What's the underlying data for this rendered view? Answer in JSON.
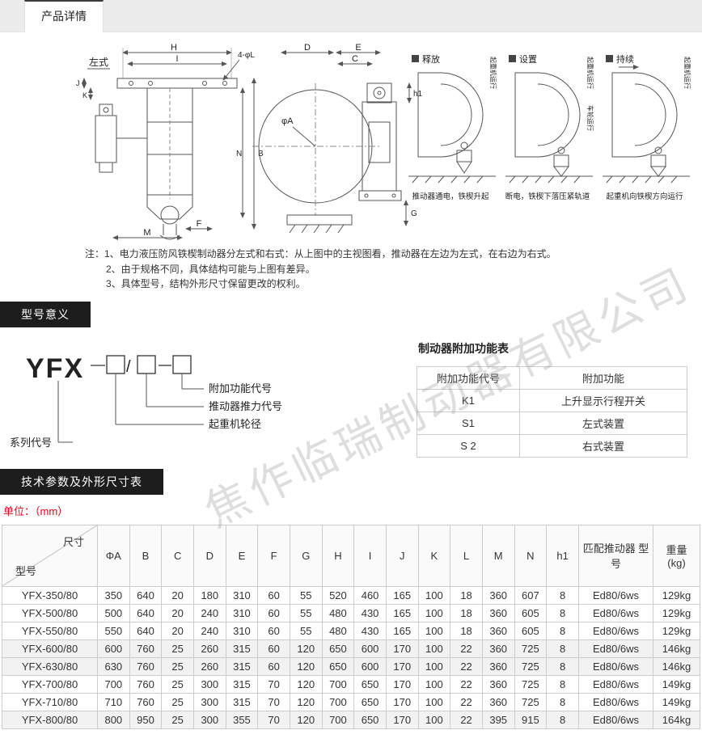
{
  "page": {
    "tab_title": "产品详情",
    "watermark": "焦作临瑞制动器有限公司"
  },
  "drawing": {
    "left_view_label": "左式",
    "dims": {
      "H": "H",
      "I": "I",
      "fourPhiL": "4-φL",
      "J": "J",
      "K": "K",
      "N": "N",
      "B": "B",
      "M": "M",
      "F": "F",
      "D": "D",
      "E": "E",
      "C": "C",
      "h1": "h1",
      "phiA": "φA",
      "G": "G"
    },
    "states": [
      {
        "title": "释放",
        "side_label": "起重机运行",
        "caption": "推动器通电，铁楔升起"
      },
      {
        "title": "设置",
        "side_label": "起重机运行",
        "side_label2": "车轮运行",
        "caption": "断电，铁楔下落压紧轨道"
      },
      {
        "title": "持续",
        "side_label": "起重机运行",
        "caption": "起重机向铁楔方向运行"
      }
    ],
    "notes": [
      "注：1、电力液压防风铁楔制动器分左式和右式：从上图中的主视图看，推动器在左边为左式，在右边为右式。",
      "2、由于规格不同，具体结构可能与上图有差异。",
      "3、具体型号，结构外形尺寸保留更改的权利。"
    ]
  },
  "model_meaning": {
    "section_title": "型号意义",
    "series_code": "YFX",
    "slash": "/",
    "callouts": {
      "addon": "附加功能代号",
      "thrust": "推动器推力代号",
      "wheel": "起重机轮径",
      "series": "系列代号"
    },
    "function_table": {
      "title": "制动器附加功能表",
      "headers": [
        "附加功能代号",
        "附加功能"
      ],
      "rows": [
        [
          "K1",
          "上升显示行程开关"
        ],
        [
          "S1",
          "左式装置"
        ],
        [
          "S 2",
          "右式装置"
        ]
      ]
    }
  },
  "specs": {
    "section_title": "技术参数及外形尺寸表",
    "unit_label": "单位：（mm）",
    "corner": {
      "top": "尺寸",
      "bottom": "型号"
    },
    "headers": [
      "ΦA",
      "B",
      "C",
      "D",
      "E",
      "F",
      "G",
      "H",
      "I",
      "J",
      "K",
      "L",
      "M",
      "N",
      "h1",
      "匹配推动器 型号",
      "重量\n(kg)"
    ],
    "rows": [
      {
        "model": "YFX-350/80",
        "values": [
          "350",
          "640",
          "20",
          "180",
          "310",
          "60",
          "55",
          "520",
          "460",
          "165",
          "100",
          "18",
          "360",
          "607",
          "8",
          "Ed80/6ws",
          "129kg"
        ],
        "shaded": false
      },
      {
        "model": "YFX-500/80",
        "values": [
          "500",
          "640",
          "20",
          "240",
          "310",
          "60",
          "55",
          "480",
          "430",
          "165",
          "100",
          "18",
          "360",
          "605",
          "8",
          "Ed80/6ws",
          "129kg"
        ],
        "shaded": false
      },
      {
        "model": "YFX-550/80",
        "values": [
          "550",
          "640",
          "20",
          "240",
          "310",
          "60",
          "55",
          "480",
          "430",
          "165",
          "100",
          "18",
          "360",
          "605",
          "8",
          "Ed80/6ws",
          "129kg"
        ],
        "shaded": false
      },
      {
        "model": "YFX-600/80",
        "values": [
          "600",
          "760",
          "25",
          "260",
          "315",
          "60",
          "120",
          "650",
          "600",
          "170",
          "100",
          "22",
          "360",
          "725",
          "8",
          "Ed80/6ws",
          "146kg"
        ],
        "shaded": true
      },
      {
        "model": "YFX-630/80",
        "values": [
          "630",
          "760",
          "25",
          "260",
          "315",
          "60",
          "120",
          "650",
          "600",
          "170",
          "100",
          "22",
          "360",
          "725",
          "8",
          "Ed80/6ws",
          "146kg"
        ],
        "shaded": true
      },
      {
        "model": "YFX-700/80",
        "values": [
          "700",
          "760",
          "25",
          "300",
          "315",
          "70",
          "120",
          "700",
          "650",
          "170",
          "100",
          "22",
          "360",
          "725",
          "8",
          "Ed80/6ws",
          "149kg"
        ],
        "shaded": false
      },
      {
        "model": "YFX-710/80",
        "values": [
          "710",
          "760",
          "25",
          "300",
          "315",
          "70",
          "120",
          "700",
          "650",
          "170",
          "100",
          "22",
          "360",
          "725",
          "8",
          "Ed80/6ws",
          "149kg"
        ],
        "shaded": false
      },
      {
        "model": "YFX-800/80",
        "values": [
          "800",
          "950",
          "25",
          "300",
          "355",
          "70",
          "120",
          "700",
          "650",
          "170",
          "100",
          "22",
          "395",
          "915",
          "8",
          "Ed80/6ws",
          "164kg"
        ],
        "shaded": true
      }
    ]
  }
}
